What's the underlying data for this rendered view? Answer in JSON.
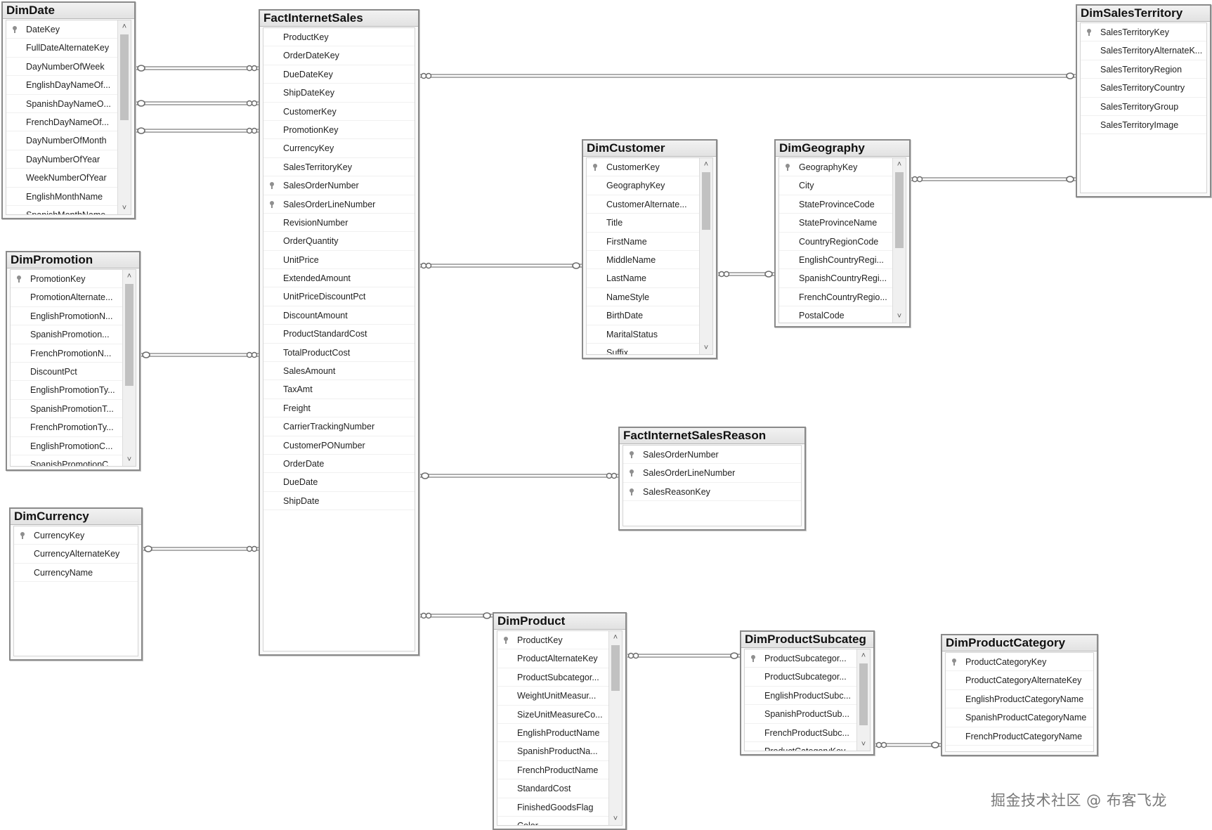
{
  "tables": {
    "dim_date": {
      "title": "DimDate",
      "columns": [
        {
          "name": "DateKey",
          "key": true
        },
        {
          "name": "FullDateAlternateKey"
        },
        {
          "name": "DayNumberOfWeek"
        },
        {
          "name": "EnglishDayNameOf..."
        },
        {
          "name": "SpanishDayNameO..."
        },
        {
          "name": "FrenchDayNameOf..."
        },
        {
          "name": "DayNumberOfMonth"
        },
        {
          "name": "DayNumberOfYear"
        },
        {
          "name": "WeekNumberOfYear"
        },
        {
          "name": "EnglishMonthName"
        },
        {
          "name": "SpanishMonthName"
        }
      ]
    },
    "dim_promotion": {
      "title": "DimPromotion",
      "columns": [
        {
          "name": "PromotionKey",
          "key": true
        },
        {
          "name": "PromotionAlternate..."
        },
        {
          "name": "EnglishPromotionN..."
        },
        {
          "name": "SpanishPromotion..."
        },
        {
          "name": "FrenchPromotionN..."
        },
        {
          "name": "DiscountPct"
        },
        {
          "name": "EnglishPromotionTy..."
        },
        {
          "name": "SpanishPromotionT..."
        },
        {
          "name": "FrenchPromotionTy..."
        },
        {
          "name": "EnglishPromotionC..."
        },
        {
          "name": "SpanishPromotionC..."
        }
      ]
    },
    "dim_currency": {
      "title": "DimCurrency",
      "columns": [
        {
          "name": "CurrencyKey",
          "key": true
        },
        {
          "name": "CurrencyAlternateKey"
        },
        {
          "name": "CurrencyName"
        }
      ]
    },
    "fact_internet_sales": {
      "title": "FactInternetSales",
      "columns": [
        {
          "name": "ProductKey"
        },
        {
          "name": "OrderDateKey"
        },
        {
          "name": "DueDateKey"
        },
        {
          "name": "ShipDateKey"
        },
        {
          "name": "CustomerKey"
        },
        {
          "name": "PromotionKey"
        },
        {
          "name": "CurrencyKey"
        },
        {
          "name": "SalesTerritoryKey"
        },
        {
          "name": "SalesOrderNumber",
          "key": true
        },
        {
          "name": "SalesOrderLineNumber",
          "key": true
        },
        {
          "name": "RevisionNumber"
        },
        {
          "name": "OrderQuantity"
        },
        {
          "name": "UnitPrice"
        },
        {
          "name": "ExtendedAmount"
        },
        {
          "name": "UnitPriceDiscountPct"
        },
        {
          "name": "DiscountAmount"
        },
        {
          "name": "ProductStandardCost"
        },
        {
          "name": "TotalProductCost"
        },
        {
          "name": "SalesAmount"
        },
        {
          "name": "TaxAmt"
        },
        {
          "name": "Freight"
        },
        {
          "name": "CarrierTrackingNumber"
        },
        {
          "name": "CustomerPONumber"
        },
        {
          "name": "OrderDate"
        },
        {
          "name": "DueDate"
        },
        {
          "name": "ShipDate"
        }
      ]
    },
    "dim_customer": {
      "title": "DimCustomer",
      "columns": [
        {
          "name": "CustomerKey",
          "key": true
        },
        {
          "name": "GeographyKey"
        },
        {
          "name": "CustomerAlternate..."
        },
        {
          "name": "Title"
        },
        {
          "name": "FirstName"
        },
        {
          "name": "MiddleName"
        },
        {
          "name": "LastName"
        },
        {
          "name": "NameStyle"
        },
        {
          "name": "BirthDate"
        },
        {
          "name": "MaritalStatus"
        },
        {
          "name": "Suffix"
        }
      ]
    },
    "dim_geography": {
      "title": "DimGeography",
      "columns": [
        {
          "name": "GeographyKey",
          "key": true
        },
        {
          "name": "City"
        },
        {
          "name": "StateProvinceCode"
        },
        {
          "name": "StateProvinceName"
        },
        {
          "name": "CountryRegionCode"
        },
        {
          "name": "EnglishCountryRegi..."
        },
        {
          "name": "SpanishCountryRegi..."
        },
        {
          "name": "FrenchCountryRegio..."
        },
        {
          "name": "PostalCode"
        }
      ]
    },
    "dim_sales_territory": {
      "title": "DimSalesTerritory",
      "columns": [
        {
          "name": "SalesTerritoryKey",
          "key": true
        },
        {
          "name": "SalesTerritoryAlternateK..."
        },
        {
          "name": "SalesTerritoryRegion"
        },
        {
          "name": "SalesTerritoryCountry"
        },
        {
          "name": "SalesTerritoryGroup"
        },
        {
          "name": "SalesTerritoryImage"
        }
      ]
    },
    "fact_internet_sales_reason": {
      "title": "FactInternetSalesReason",
      "columns": [
        {
          "name": "SalesOrderNumber",
          "key": true
        },
        {
          "name": "SalesOrderLineNumber",
          "key": true
        },
        {
          "name": "SalesReasonKey",
          "key": true
        }
      ]
    },
    "dim_product": {
      "title": "DimProduct",
      "columns": [
        {
          "name": "ProductKey",
          "key": true
        },
        {
          "name": "ProductAlternateKey"
        },
        {
          "name": "ProductSubcategor..."
        },
        {
          "name": "WeightUnitMeasur..."
        },
        {
          "name": "SizeUnitMeasureCo..."
        },
        {
          "name": "EnglishProductName"
        },
        {
          "name": "SpanishProductNa..."
        },
        {
          "name": "FrenchProductName"
        },
        {
          "name": "StandardCost"
        },
        {
          "name": "FinishedGoodsFlag"
        },
        {
          "name": "Color"
        }
      ]
    },
    "dim_product_subcategory": {
      "title": "DimProductSubcateg",
      "columns": [
        {
          "name": "ProductSubcategor...",
          "key": true
        },
        {
          "name": "ProductSubcategor..."
        },
        {
          "name": "EnglishProductSubc..."
        },
        {
          "name": "SpanishProductSub..."
        },
        {
          "name": "FrenchProductSubc..."
        },
        {
          "name": "ProductCategoryKey"
        }
      ]
    },
    "dim_product_category": {
      "title": "DimProductCategory",
      "columns": [
        {
          "name": "ProductCategoryKey",
          "key": true
        },
        {
          "name": "ProductCategoryAlternateKey"
        },
        {
          "name": "EnglishProductCategoryName"
        },
        {
          "name": "SpanishProductCategoryName"
        },
        {
          "name": "FrenchProductCategoryName"
        }
      ]
    }
  },
  "scrollbar": {
    "up_glyph": "˄",
    "down_glyph": "˅"
  },
  "relationships": [
    {
      "from": "dim_date",
      "to": "fact_internet_sales",
      "kind": "one-to-many"
    },
    {
      "from": "dim_date",
      "to": "fact_internet_sales",
      "kind": "one-to-many"
    },
    {
      "from": "dim_date",
      "to": "fact_internet_sales",
      "kind": "one-to-many"
    },
    {
      "from": "dim_promotion",
      "to": "fact_internet_sales",
      "kind": "one-to-many"
    },
    {
      "from": "dim_currency",
      "to": "fact_internet_sales",
      "kind": "one-to-many"
    },
    {
      "from": "dim_sales_territory",
      "to": "fact_internet_sales",
      "kind": "one-to-many"
    },
    {
      "from": "dim_customer",
      "to": "fact_internet_sales",
      "kind": "one-to-many"
    },
    {
      "from": "fact_internet_sales",
      "to": "fact_internet_sales_reason",
      "kind": "one-to-many"
    },
    {
      "from": "dim_product",
      "to": "fact_internet_sales",
      "kind": "one-to-many"
    },
    {
      "from": "dim_geography",
      "to": "dim_customer",
      "kind": "one-to-many"
    },
    {
      "from": "dim_sales_territory",
      "to": "dim_geography",
      "kind": "one-to-many"
    },
    {
      "from": "dim_product_subcategory",
      "to": "dim_product",
      "kind": "one-to-many"
    },
    {
      "from": "dim_product_category",
      "to": "dim_product_subcategory",
      "kind": "one-to-many"
    }
  ],
  "watermark": "掘金技术社区 @ 布客飞龙"
}
